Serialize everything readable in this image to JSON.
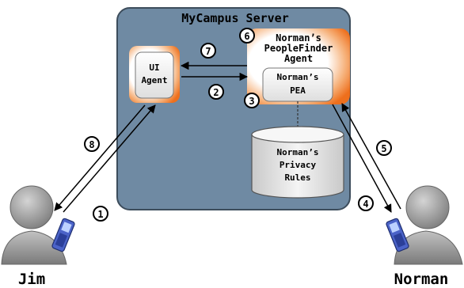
{
  "server": {
    "title": "MyCampus Server"
  },
  "ui_agent": {
    "line1": "UI",
    "line2": "Agent"
  },
  "peoplefinder_agent": {
    "line1": "Norman’s",
    "line2": "PeopleFinder",
    "line3": "Agent"
  },
  "pea": {
    "line1": "Norman’s",
    "line2": "PEA"
  },
  "privacy_rules": {
    "line1": "Norman’s",
    "line2": "Privacy",
    "line3": "Rules"
  },
  "users": {
    "left": "Jim",
    "right": "Norman"
  },
  "steps": [
    "1",
    "2",
    "3",
    "4",
    "5",
    "6",
    "7",
    "8"
  ],
  "colors": {
    "server_fill": "#6f8aa3",
    "box_glow": "#f07a2a",
    "box_fill": "#f3f3f3",
    "person_fill": "#9b9b9b",
    "phone_fill": "#4b63c8"
  }
}
